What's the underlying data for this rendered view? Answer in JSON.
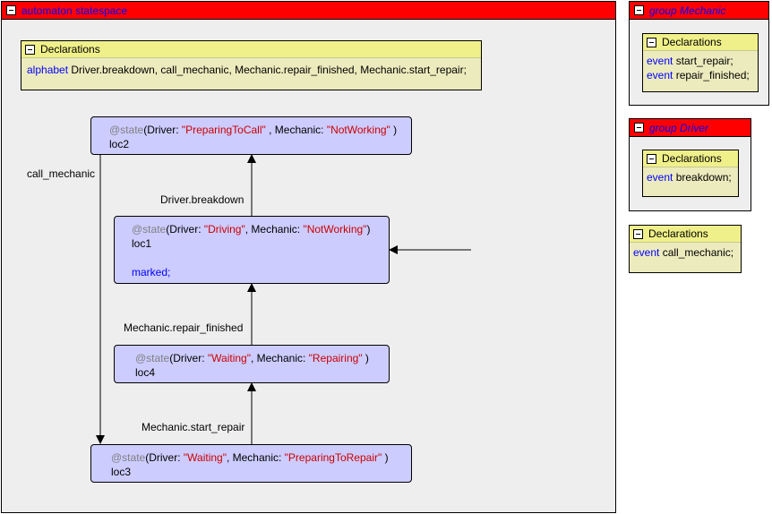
{
  "automaton": {
    "keyword": "automaton",
    "name": "statespace",
    "declarations": {
      "title": "Declarations",
      "keyword": "alphabet",
      "items": "Driver.breakdown,  call_mechanic,  Mechanic.repair_finished,  Mechanic.start_repair;"
    },
    "states": [
      {
        "annotation": "@state",
        "open": "(Driver: ",
        "driver": "\"PreparingToCall\"",
        "mid": " , Mechanic: ",
        "mechanic": "\"NotWorking\"",
        "close": " )",
        "name": "loc2"
      },
      {
        "annotation": "@state",
        "open": "(Driver: ",
        "driver": "\"Driving\"",
        "mid": ", Mechanic: ",
        "mechanic": "\"NotWorking\"",
        "close": ")",
        "name": "loc1",
        "marker": "marked;"
      },
      {
        "annotation": "@state",
        "open": "(Driver: ",
        "driver": "\"Waiting\"",
        "mid": ", Mechanic: ",
        "mechanic": "\"Repairing\"",
        "close": " )",
        "name": "loc4"
      },
      {
        "annotation": "@state",
        "open": "(Driver: ",
        "driver": "\"Waiting\"",
        "mid": ", Mechanic: ",
        "mechanic": "\"PreparingToRepair\"",
        "close": " )",
        "name": "loc3"
      }
    ],
    "edges": {
      "call_mechanic": "call_mechanic",
      "breakdown": "Driver.breakdown",
      "repair_finished": "Mechanic.repair_finished",
      "start_repair": "Mechanic.start_repair"
    }
  },
  "group_mechanic": {
    "keyword": "group",
    "name": "Mechanic",
    "declarations": {
      "title": "Declarations",
      "lines": [
        {
          "keyword": "event",
          "text": " start_repair;"
        },
        {
          "keyword": "event",
          "text": " repair_finished;"
        }
      ]
    }
  },
  "group_driver": {
    "keyword": "group",
    "name": "Driver",
    "declarations": {
      "title": "Declarations",
      "lines": [
        {
          "keyword": "event",
          "text": " breakdown;"
        }
      ]
    }
  },
  "global_declarations": {
    "title": "Declarations",
    "lines": [
      {
        "keyword": "event",
        "text": " call_mechanic;"
      }
    ]
  },
  "colors": {
    "header_red": "#ff0000",
    "keyword_blue": "#0000ff",
    "string_red": "#cc0000",
    "state_fill": "#ccccff",
    "decl_fill": "#ecebbd",
    "decl_header": "#f0f08a"
  }
}
